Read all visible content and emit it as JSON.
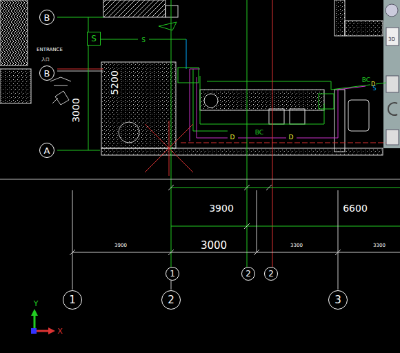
{
  "diagram": {
    "nodes": [
      {
        "text": [
          "B"
        ]
      },
      {
        "text": [
          "B"
        ]
      },
      {
        "text": [
          "A"
        ]
      },
      {
        "text": [
          "S"
        ]
      },
      {
        "text": [
          "1"
        ]
      },
      {
        "text": [
          "2"
        ]
      },
      {
        "text": [
          "2"
        ]
      },
      {
        "text": [
          "1"
        ]
      },
      {
        "text": [
          "2"
        ]
      },
      {
        "text": [
          "3"
        ]
      }
    ],
    "labels": [
      "ENTRANCE",
      "入口",
      "5200",
      "3000",
      "S",
      "BC",
      "D",
      "D",
      "BC",
      "D",
      "S",
      "3900",
      "6600",
      "3900",
      "3000",
      "3300",
      "3300",
      "Y",
      "X",
      "3D"
    ]
  }
}
